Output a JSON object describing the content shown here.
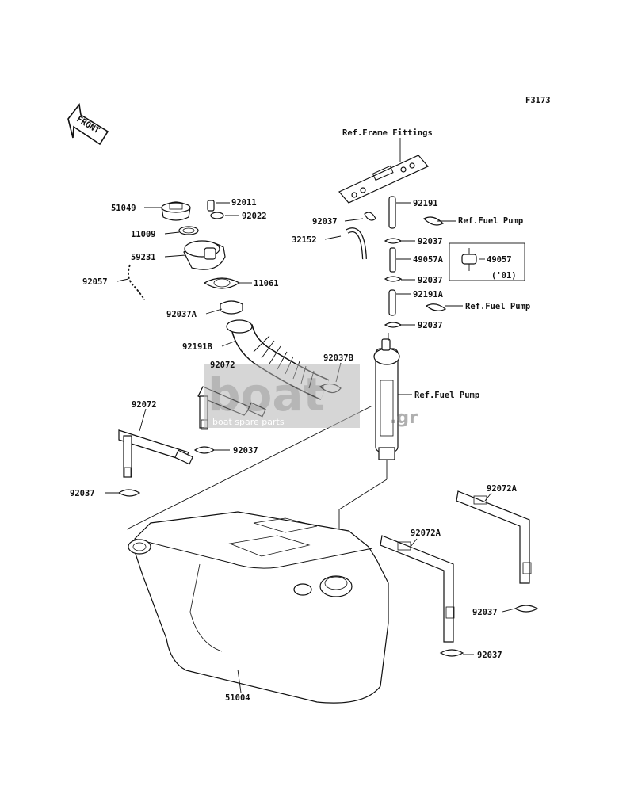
{
  "figure_code": "F3173",
  "front_label": "FRONT",
  "watermark": {
    "brand_main": "boat",
    "brand_suffix": ".gr",
    "tagline": "boat spare parts"
  },
  "labels": {
    "ref_frame": "Ref.Frame Fittings",
    "l92191": "92191",
    "ref_fuel_pump_1": "Ref.Fuel Pump",
    "l92037_a": "92037",
    "l32152": "32152",
    "l92037_b": "92037",
    "l49057A": "49057A",
    "l49057": "49057",
    "l01": "('01)",
    "l92037_c": "92037",
    "l92191A": "92191A",
    "ref_fuel_pump_2": "Ref.Fuel Pump",
    "l92037_d": "92037",
    "l92037B": "92037B",
    "ref_fuel_pump_3": "Ref.Fuel Pump",
    "l51049": "51049",
    "l92011": "92011",
    "l92022": "92022",
    "l11009": "11009",
    "l59231": "59231",
    "l92057": "92057",
    "l11061": "11061",
    "l92037A": "92037A",
    "l92191B": "92191B",
    "l92072_a": "92072",
    "l92072_b": "92072",
    "l92037_e": "92037",
    "l92037_f": "92037",
    "l92072A_a": "92072A",
    "l92072A_b": "92072A",
    "l92037_g": "92037",
    "l92037_h": "92037",
    "l51004": "51004"
  }
}
